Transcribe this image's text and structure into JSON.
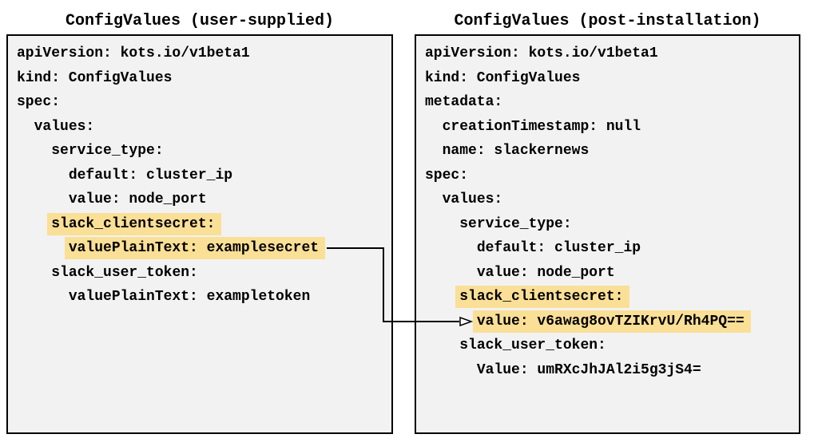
{
  "colors": {
    "panel_bg": "#f2f2f2",
    "panel_border": "#000000",
    "highlight": "#fadf96",
    "text": "#000000",
    "page_bg": "#ffffff"
  },
  "panels": [
    {
      "title": "ConfigValues (user-supplied)",
      "lines": [
        {
          "i": 0,
          "t": "apiVersion: kots.io/v1beta1",
          "h": false
        },
        {
          "i": 0,
          "t": "kind: ConfigValues",
          "h": false
        },
        {
          "i": 0,
          "t": "spec:",
          "h": false
        },
        {
          "i": 2,
          "t": "values:",
          "h": false
        },
        {
          "i": 4,
          "t": "service_type:",
          "h": false
        },
        {
          "i": 6,
          "t": "default: cluster_ip",
          "h": false
        },
        {
          "i": 6,
          "t": "value: node_port",
          "h": false
        },
        {
          "i": 4,
          "t": "slack_clientsecret:",
          "h": true
        },
        {
          "i": 6,
          "t": "valuePlainText: examplesecret",
          "h": true
        },
        {
          "i": 4,
          "t": "slack_user_token:",
          "h": false
        },
        {
          "i": 6,
          "t": "valuePlainText: exampletoken",
          "h": false
        }
      ]
    },
    {
      "title": "ConfigValues (post-installation)",
      "lines": [
        {
          "i": 0,
          "t": "apiVersion: kots.io/v1beta1",
          "h": false
        },
        {
          "i": 0,
          "t": "kind: ConfigValues",
          "h": false
        },
        {
          "i": 0,
          "t": "metadata:",
          "h": false
        },
        {
          "i": 2,
          "t": "creationTimestamp: null",
          "h": false
        },
        {
          "i": 2,
          "t": "name: slackernews",
          "h": false
        },
        {
          "i": 0,
          "t": "spec:",
          "h": false
        },
        {
          "i": 2,
          "t": "values:",
          "h": false
        },
        {
          "i": 4,
          "t": "service_type:",
          "h": false
        },
        {
          "i": 6,
          "t": "default: cluster_ip",
          "h": false
        },
        {
          "i": 6,
          "t": "value: node_port",
          "h": false
        },
        {
          "i": 4,
          "t": "slack_clientsecret:",
          "h": true
        },
        {
          "i": 6,
          "t": "value: v6awag8ovTZIKrvU/Rh4PQ==",
          "h": true
        },
        {
          "i": 4,
          "t": "slack_user_token:",
          "h": false
        },
        {
          "i": 6,
          "t": "Value: umRXcJhJAl2i5g3jS4=",
          "h": false
        }
      ]
    }
  ],
  "arrow": {
    "from_text": "valuePlainText: examplesecret",
    "to_text": "value: v6awag8ovTZIKrvU/Rh4PQ=="
  }
}
